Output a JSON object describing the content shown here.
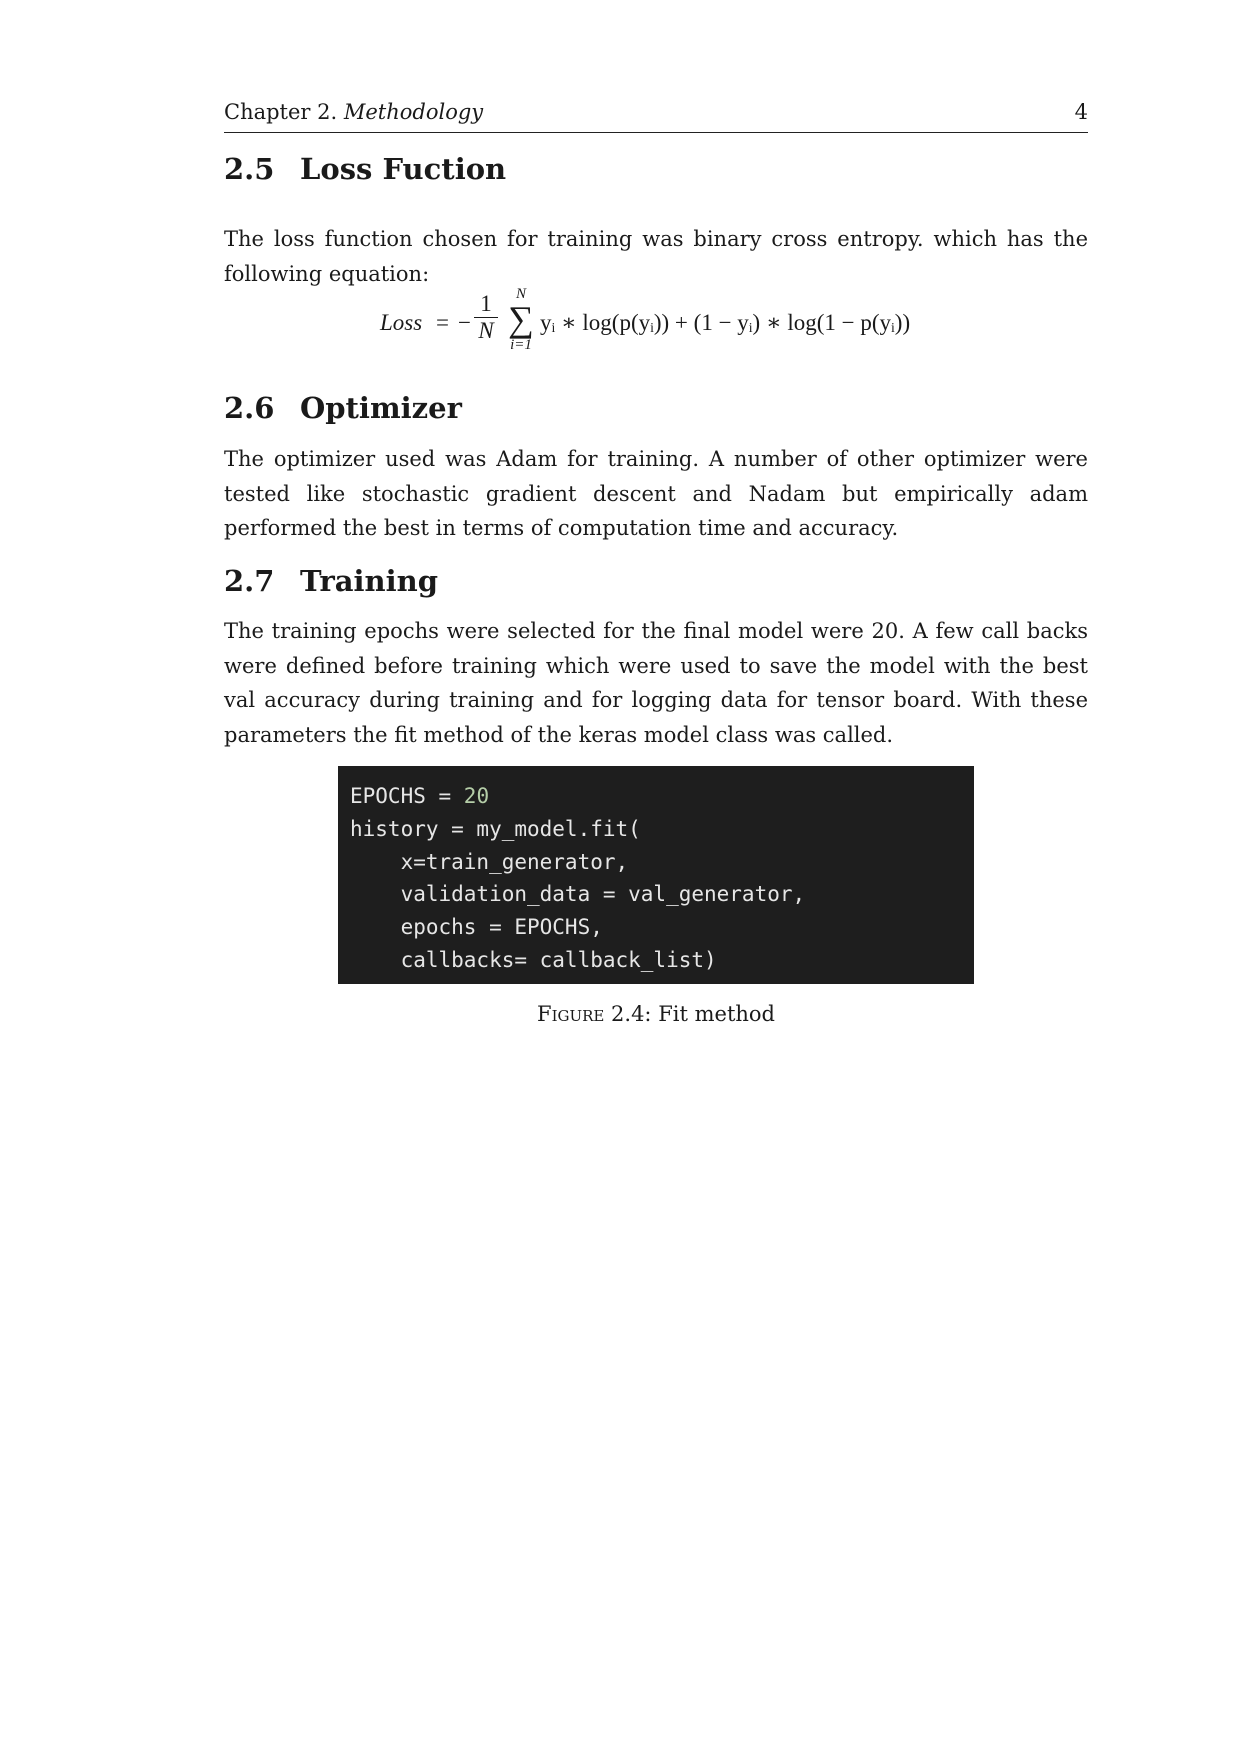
{
  "header": {
    "chapter": "Chapter 2.",
    "chapter_title": "Methodology",
    "page_number": "4"
  },
  "sections": [
    {
      "number": "2.5",
      "title": "Loss Fuction",
      "text": "The loss function chosen for training was binary cross entropy. which has the following equation:"
    },
    {
      "number": "2.6",
      "title": "Optimizer",
      "text": "The optimizer used was Adam for training. A number of other optimizer were tested like stochastic gradient descent and Nadam but empirically adam performed the best in terms of computation time and accuracy."
    },
    {
      "number": "2.7",
      "title": "Training",
      "text": "The training epochs were selected for the final model were 20. A few call backs were defined before training which were used to save the model with the best val accuracy during training and for logging data for tensor board. With these parameters the fit method of the keras model class was called."
    }
  ],
  "equation": {
    "lhs": "Loss",
    "equals": "=",
    "minus": "−",
    "frac_num": "1",
    "frac_den": "N",
    "sum_upper": "N",
    "sum_symbol": "∑",
    "sum_lower": "i=1",
    "rhs": "yᵢ ∗ log(p(yᵢ)) + (1 − yᵢ) ∗ log(1 − p(yᵢ))"
  },
  "code": {
    "line1_name": "EPOCHS = ",
    "line1_value": "20",
    "line2": "history = my_model.fit(",
    "line3": "    x=train_generator,",
    "line4": "    validation_data = val_generator,",
    "line5": "    epochs = EPOCHS,",
    "line6": "    callbacks= callback_list)",
    "colors": {
      "background": "#1e1e1e",
      "text": "#e6e6e6",
      "number": "#b5cea8"
    }
  },
  "figure": {
    "label": "Figure 2.4:",
    "caption": "Fit method"
  }
}
